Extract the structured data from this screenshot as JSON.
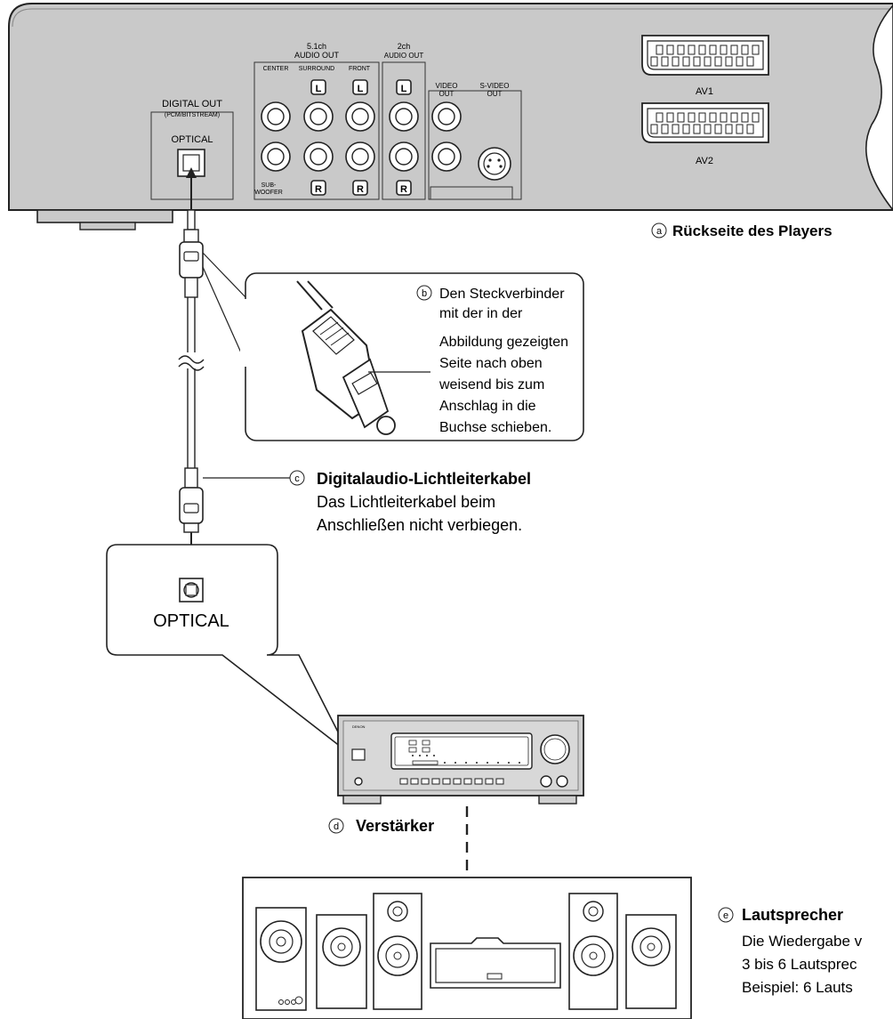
{
  "player": {
    "digital_out_title": "DIGITAL OUT",
    "digital_out_sub": "(PCM/BITSTREAM)",
    "optical_label": "OPTICAL",
    "ch51_title": "5.1ch",
    "ch51_sub": "AUDIO OUT",
    "center_label": "CENTER",
    "surround_label": "SURROUND",
    "front_label": "FRONT",
    "subwoofer_line1": "SUB-",
    "subwoofer_line2": "WOOFER",
    "ch2_title": "2ch",
    "ch2_sub": "AUDIO OUT",
    "video_out_line1": "VIDEO",
    "video_out_line2": "OUT",
    "svideo_line1": "S-VIDEO",
    "svideo_line2": "OUT",
    "left_badge": "L",
    "right_badge": "R",
    "av1_label": "AV1",
    "av2_label": "AV2"
  },
  "callouts": {
    "a": {
      "marker": "a",
      "text": "Rückseite des Players"
    },
    "b": {
      "marker": "b",
      "lines": [
        "Den Steckverbinder",
        "mit der in der",
        "Abbildung gezeigten",
        "Seite nach oben",
        "weisend bis zum",
        "Anschlag in die",
        "Buchse schieben."
      ]
    },
    "c": {
      "marker": "c",
      "title": "Digitalaudio-Lichtleiterkabel",
      "lines": [
        "Das Lichtleiterkabel beim",
        "Anschließen nicht verbiegen."
      ]
    },
    "d": {
      "marker": "d",
      "text": "Verstärker"
    },
    "e": {
      "marker": "e",
      "title": "Lautsprecher",
      "lines": [
        "Die Wiedergabe v",
        "3 bis 6 Lautsprec",
        "Beispiel:  6 Lauts"
      ]
    }
  },
  "receiver_input": {
    "label": "OPTICAL"
  },
  "amplifier": {
    "brand": "DENON"
  }
}
